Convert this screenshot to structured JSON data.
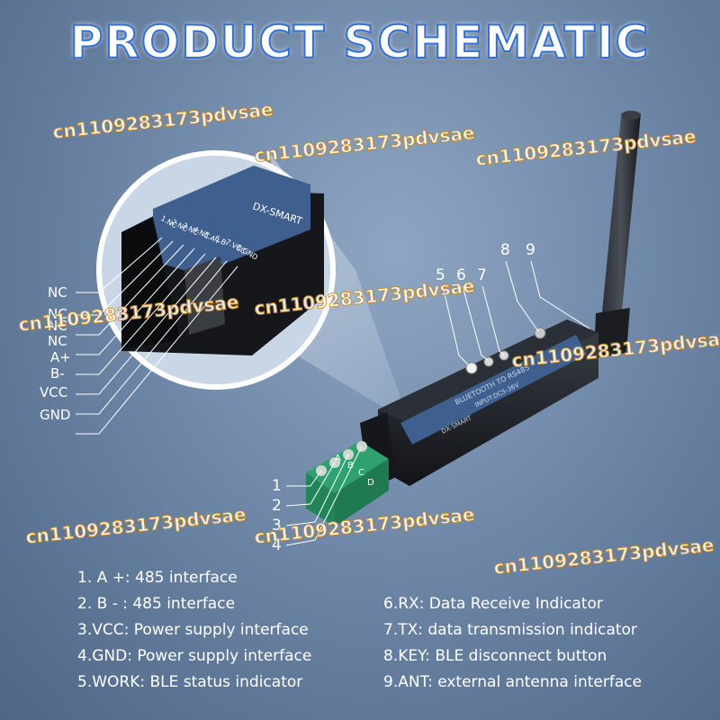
{
  "title": "PRODUCT SCHEMATIC",
  "brand": "DX-SMART",
  "device_label": "BLUETOOTH TO RS485",
  "device_input": "INPUT:DC5-36V",
  "terminal_letters": [
    "A",
    "B",
    "C",
    "D"
  ],
  "led_labels": [
    "WORK",
    "RX",
    "TX"
  ],
  "zoom_pins": [
    "1.NC",
    "2.NC",
    "3.NC",
    "4.NC",
    "5.A+",
    "6.B-",
    "7.VCC",
    "8.GND"
  ],
  "pin_labels": [
    "NC",
    "NC",
    "NC",
    "NC",
    "A+",
    "B-",
    "VCC",
    "GND"
  ],
  "callout_numbers_top": [
    "5",
    "6",
    "7",
    "8",
    "9"
  ],
  "callout_numbers_terminal": [
    "1",
    "2",
    "3",
    "4"
  ],
  "legend_left": [
    "1. A +: 485 interface",
    "2. B - : 485 interface",
    "3.VCC: Power supply interface",
    "4.GND: Power supply interface",
    "5.WORK: BLE status indicator"
  ],
  "legend_right": [
    "6.RX: Data Receive Indicator",
    "7.TX: data transmission indicator",
    "8.KEY: BLE disconnect button",
    "9.ANT: external antenna interface"
  ],
  "watermark": "cn1109283173pdvsae",
  "colors": {
    "title_outline": "#2f6fd6",
    "device_panel": "#3f5f8f",
    "background": "#6f88a8"
  }
}
